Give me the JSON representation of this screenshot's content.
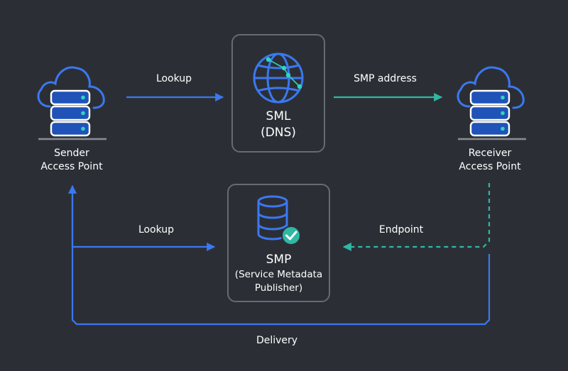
{
  "sender": {
    "line1": "Sender",
    "line2": "Access Point"
  },
  "receiver": {
    "line1": "Receiver",
    "line2": "Access Point"
  },
  "sml": {
    "line1": "SML",
    "line2": "(DNS)"
  },
  "smp": {
    "line1": "SMP",
    "line2": "(Service Metadata",
    "line3": "Publisher)"
  },
  "edges": {
    "lookup_sml": "Lookup",
    "smp_address": "SMP address",
    "lookup_smp": "Lookup",
    "endpoint": "Endpoint",
    "delivery": "Delivery"
  },
  "colors": {
    "background": "#2b2f35",
    "blue": "#3b78f0",
    "teal": "#2fb8a4",
    "box_border": "#666b72",
    "server_fill": "#2052b8"
  },
  "icons": {
    "sender": "cloud-server-icon",
    "receiver": "cloud-server-icon",
    "sml": "globe-icon",
    "smp": "database-check-icon"
  }
}
